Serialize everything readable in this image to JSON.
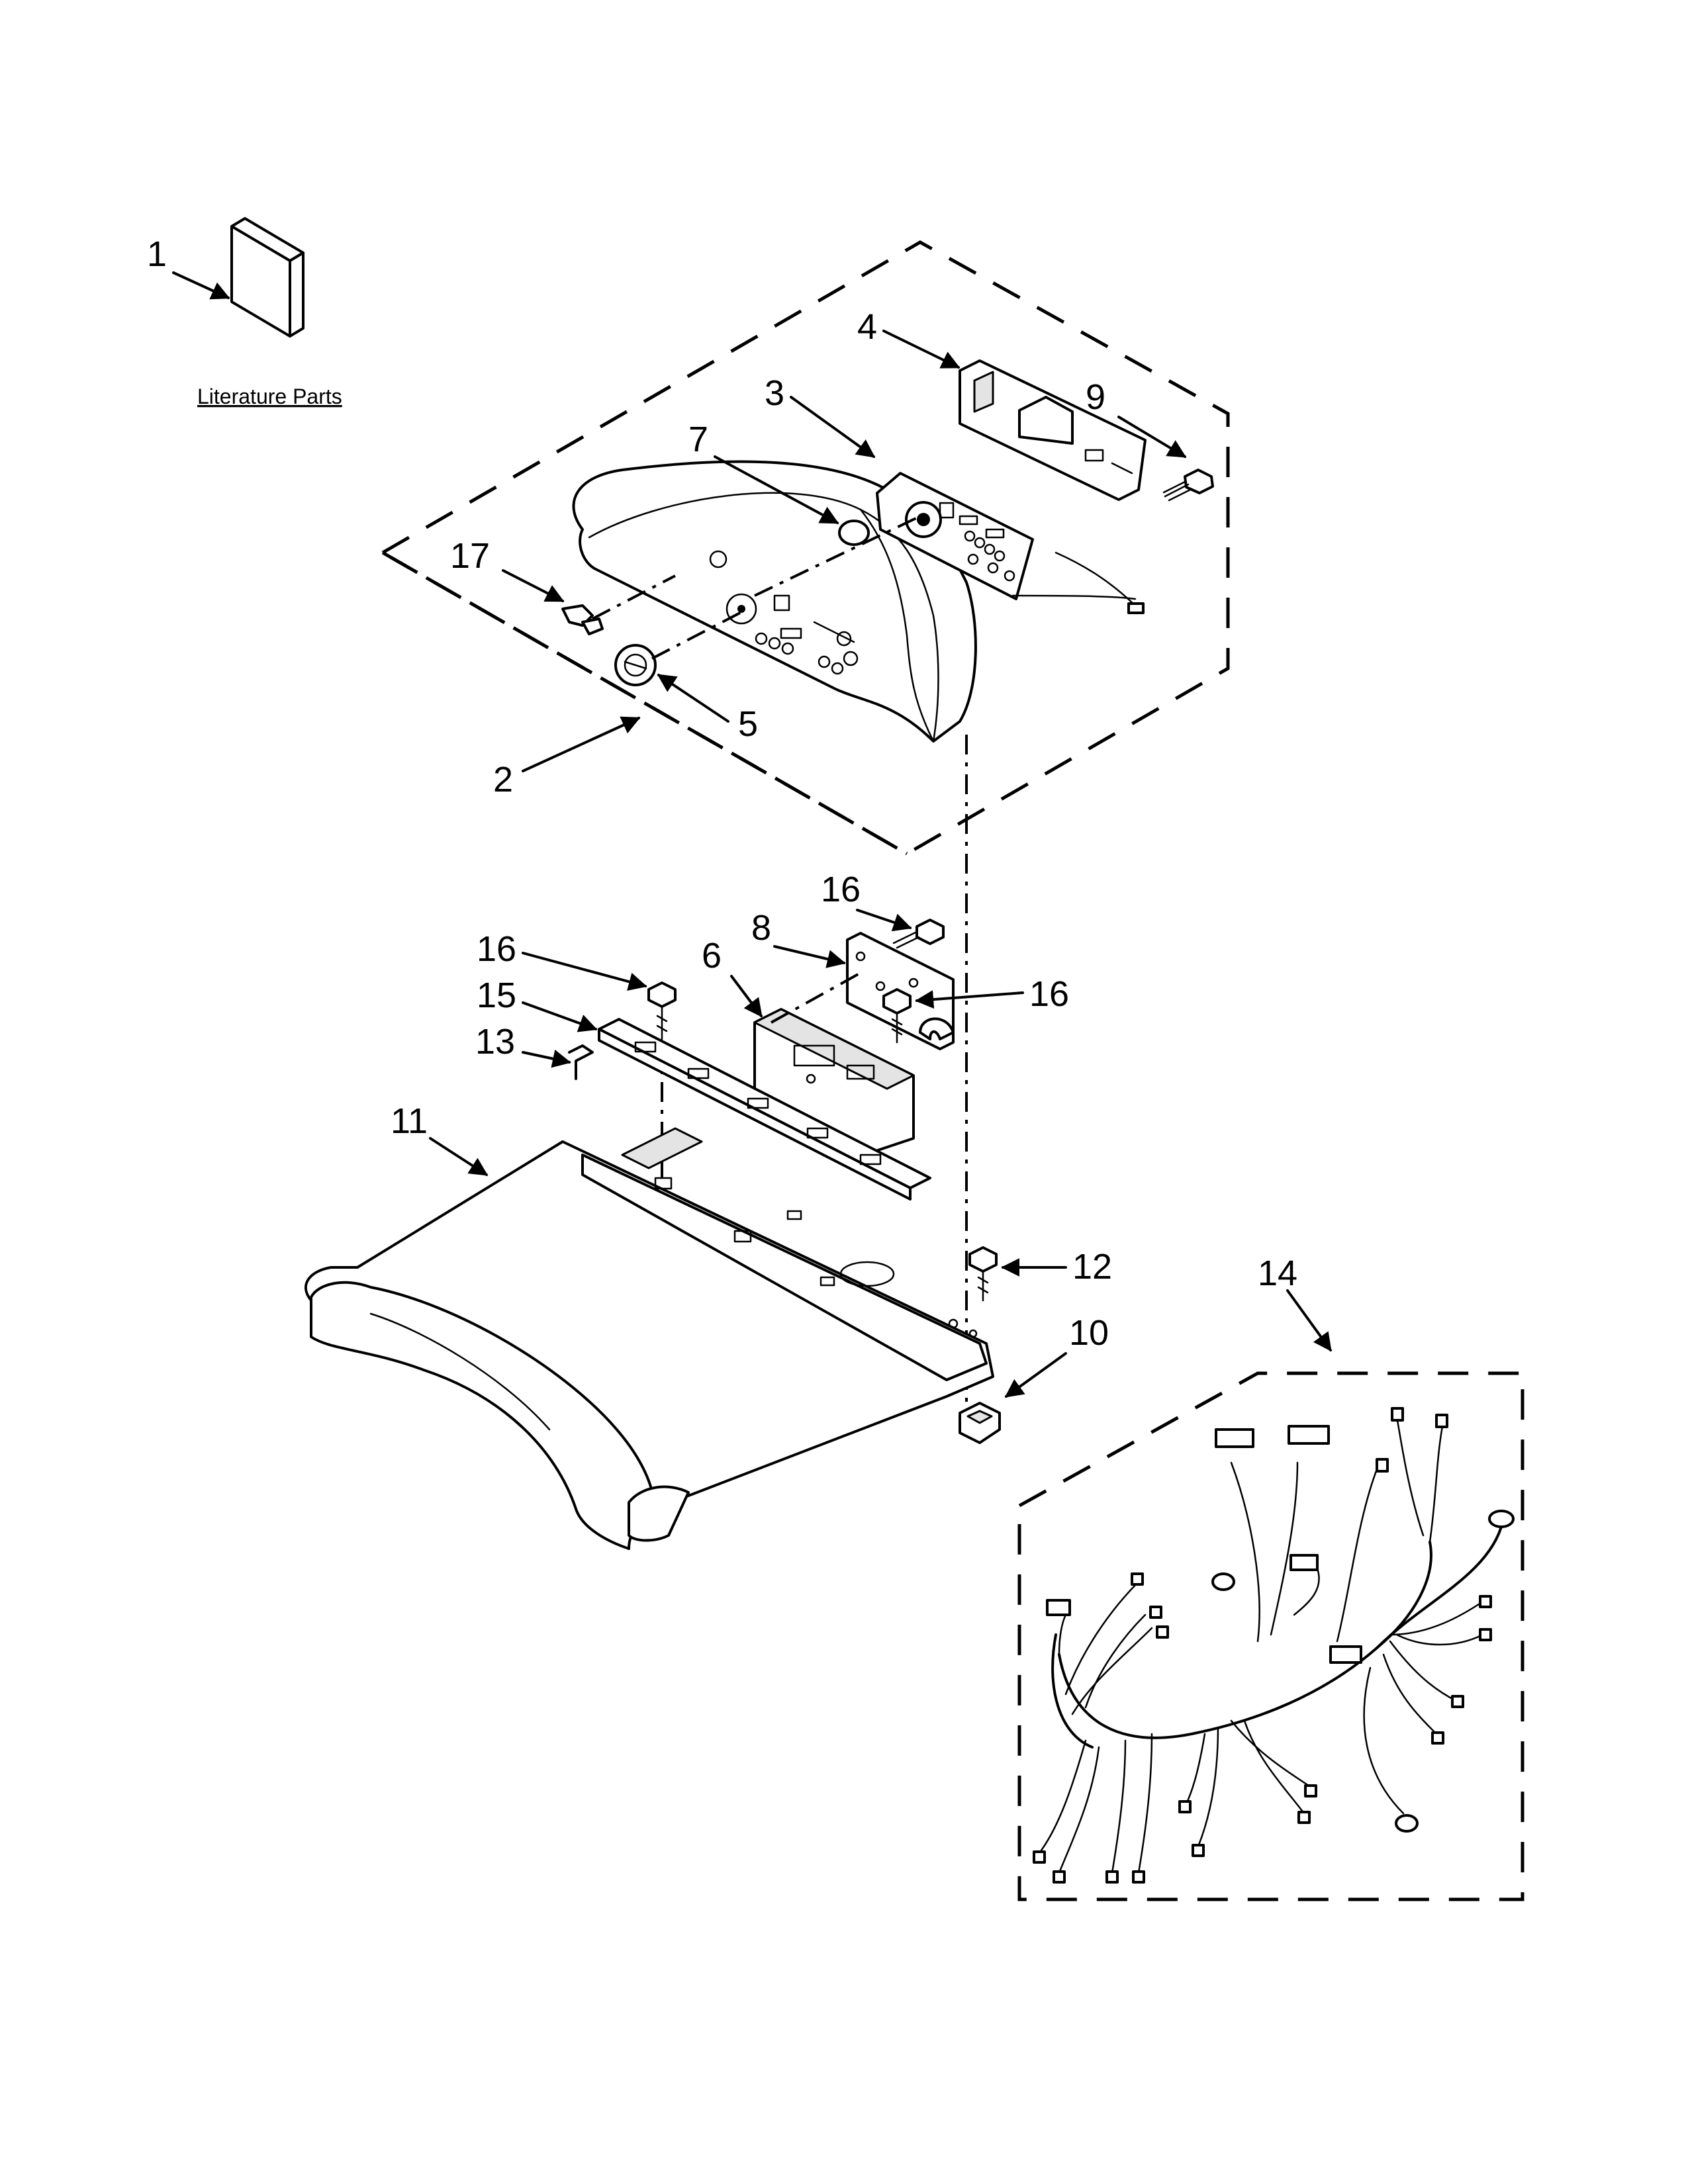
{
  "literature": {
    "label": "Literature Parts"
  },
  "callouts": {
    "c1": "1",
    "c2": "2",
    "c3": "3",
    "c4": "4",
    "c5": "5",
    "c6": "6",
    "c7": "7",
    "c8": "8",
    "c9": "9",
    "c10": "10",
    "c11": "11",
    "c12": "12",
    "c13": "13",
    "c14": "14",
    "c15": "15",
    "c16a": "16",
    "c16b": "16",
    "c16c": "16",
    "c17": "17"
  }
}
